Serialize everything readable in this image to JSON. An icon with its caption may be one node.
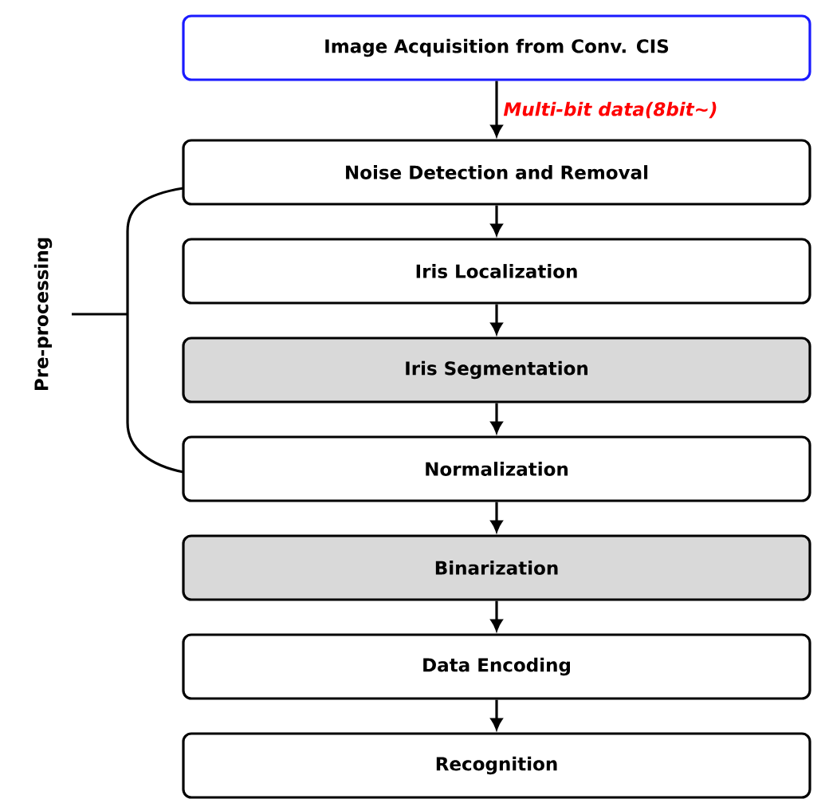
{
  "diagram": {
    "nodes": [
      {
        "text": [
          "Image Acquisition from Conv. CIS"
        ]
      },
      {
        "text": [
          "Noise Detection and Removal"
        ]
      },
      {
        "text": [
          "Iris Localization"
        ]
      },
      {
        "text": [
          "Iris Segmentation"
        ]
      },
      {
        "text": [
          "Normalization"
        ]
      },
      {
        "text": [
          "Binarization"
        ]
      },
      {
        "text": [
          "Data Encoding"
        ]
      },
      {
        "text": [
          "Recognition"
        ]
      }
    ],
    "edges": [
      {
        "from": 0,
        "to": 1,
        "arrow": "to",
        "label": "Multi-bit data(8bit~)"
      },
      {
        "from": 1,
        "to": 2,
        "arrow": "to"
      },
      {
        "from": 2,
        "to": 3,
        "arrow": "to"
      },
      {
        "from": 3,
        "to": 4,
        "arrow": "to"
      },
      {
        "from": 4,
        "to": 5,
        "arrow": "to"
      },
      {
        "from": 5,
        "to": 6,
        "arrow": "to"
      },
      {
        "from": 6,
        "to": 7,
        "arrow": "to"
      }
    ],
    "labels": [
      "Pre-processing"
    ]
  }
}
